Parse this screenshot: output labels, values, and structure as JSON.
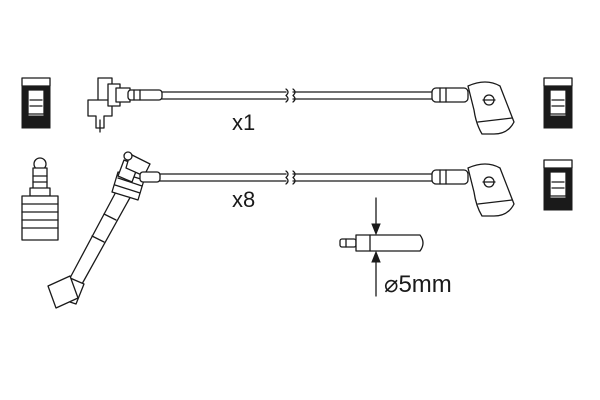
{
  "labels": {
    "qty_top": "x1",
    "qty_bottom": "x8",
    "diameter": "⌀5mm"
  },
  "colors": {
    "stroke": "#1a1a1a",
    "background": "#ffffff"
  }
}
